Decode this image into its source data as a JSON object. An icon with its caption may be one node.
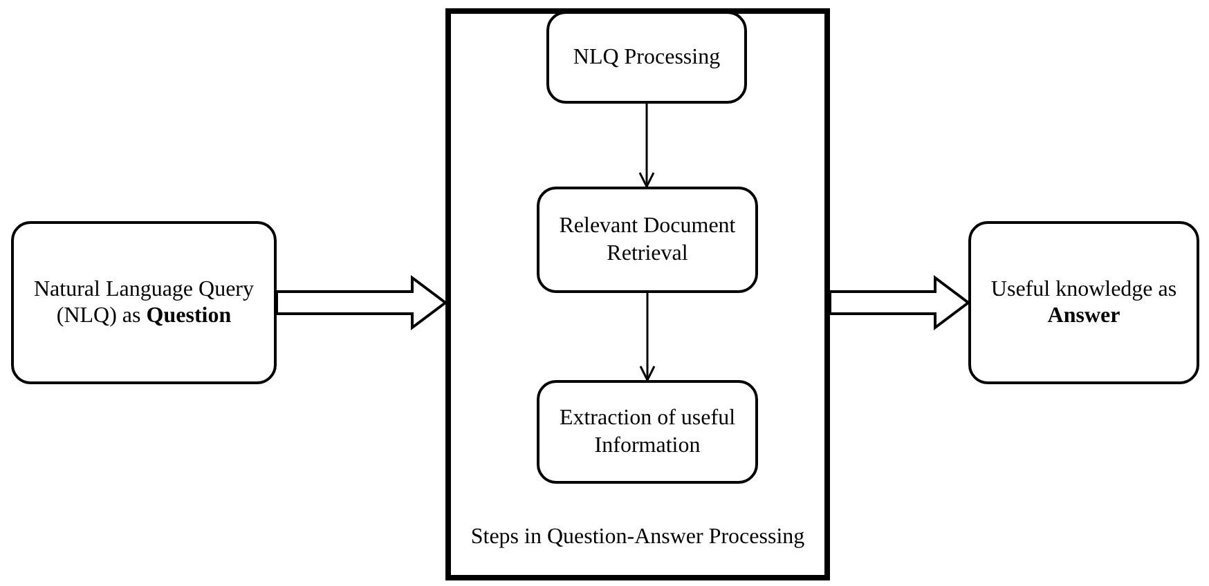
{
  "diagram": {
    "nodes": [
      {
        "text": [
          "Natural Language Query (NLQ) as **Question**"
        ]
      },
      {
        "text": [
          "Steps in Question-Answer Processing"
        ]
      },
      {
        "text": [
          "NLQ Processing"
        ],
        "in": 1
      },
      {
        "text": [
          "Relevant Document Retrieval"
        ],
        "in": 1
      },
      {
        "text": [
          "Extraction of useful Information"
        ],
        "in": 1
      },
      {
        "text": [
          "Useful knowledge as **Answer**"
        ]
      }
    ],
    "edges": [
      {
        "from": 0,
        "to": 1,
        "arrow": "to",
        "style": "thick"
      },
      {
        "from": 2,
        "to": 3,
        "arrow": "to"
      },
      {
        "from": 3,
        "to": 4,
        "arrow": "to"
      },
      {
        "from": 1,
        "to": 5,
        "arrow": "to",
        "style": "thick"
      }
    ]
  }
}
